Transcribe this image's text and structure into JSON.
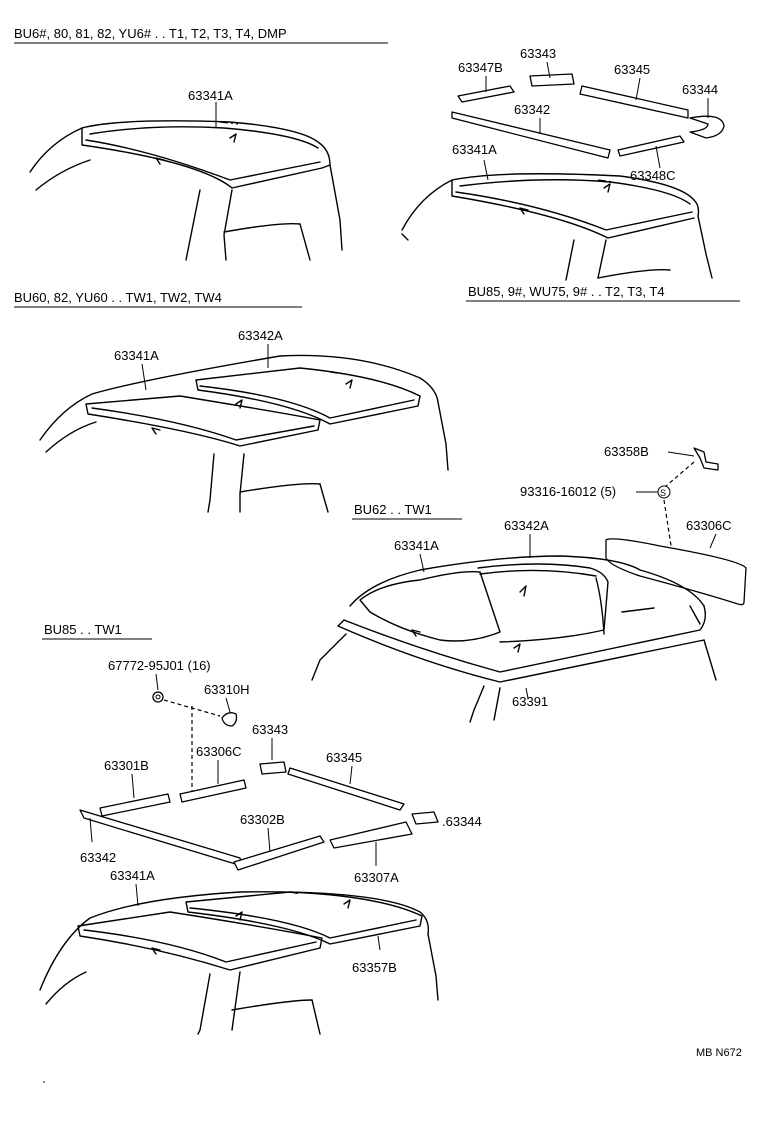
{
  "sections": [
    {
      "id": "s1",
      "header": "BU6#, 80, 81, 82, YU6# . . T1, T2, T3, T4, DMP"
    },
    {
      "id": "s2",
      "header": "BU85, 9#, WU75, 9# . . T2, T3, T4"
    },
    {
      "id": "s3",
      "header": "BU60, 82, YU60 . . TW1, TW2, TW4"
    },
    {
      "id": "s4",
      "header": "BU62 . . TW1"
    },
    {
      "id": "s5",
      "header": "BU85 . . TW1"
    }
  ],
  "callouts": {
    "s1_63341A": "63341A",
    "s2_63343": "63343",
    "s2_63347B": "63347B",
    "s2_63345": "63345",
    "s2_63344": "63344",
    "s2_63342": "63342",
    "s2_63341A": "63341A",
    "s2_63348C": "63348C",
    "s3_63342A": "63342A",
    "s3_63341A": "63341A",
    "s4_63358B": "63358B",
    "s4_93316": "93316-16012 (5)",
    "s4_s_symbol": "S",
    "s4_63342A": "63342A",
    "s4_63306C": "63306C",
    "s4_63341A": "63341A",
    "s4_63391": "63391",
    "s5_67772": "67772-95J01 (16)",
    "s5_63310H": "63310H",
    "s5_63343": "63343",
    "s5_63306C": "63306C",
    "s5_63301B": "63301B",
    "s5_63345": "63345",
    "s5_63302B": "63302B",
    "s5_63344": ".63344",
    "s5_63342": "63342",
    "s5_63307A": "63307A",
    "s5_63341A": "63341A",
    "s5_63357B": "63357B"
  },
  "footer": {
    "code": "MB N672"
  }
}
